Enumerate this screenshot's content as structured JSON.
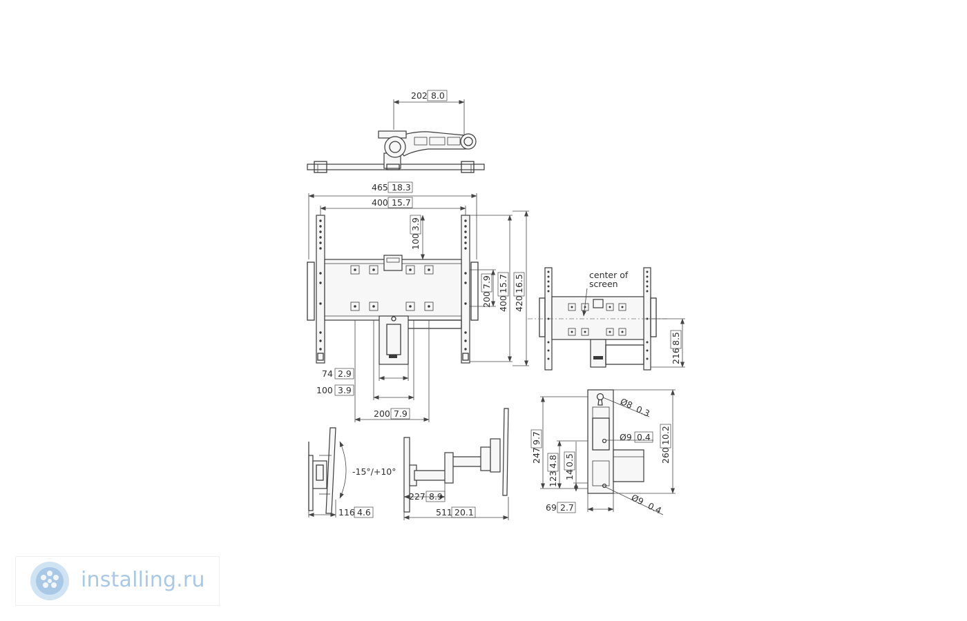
{
  "dimensions": {
    "top_arm_width": {
      "mm": "202",
      "in": "8.0"
    },
    "plate_outer_width": {
      "mm": "465",
      "in": "18.3"
    },
    "rail_spacing": {
      "mm": "400",
      "in": "15.7"
    },
    "upper_offset": {
      "mm": "100",
      "in": "3.9"
    },
    "hole_vertical_200": {
      "mm": "200",
      "in": "7.9"
    },
    "rail_height_400": {
      "mm": "400",
      "in": "15.7"
    },
    "rail_height_420": {
      "mm": "420",
      "in": "16.5"
    },
    "wall_plate_width": {
      "mm": "74",
      "in": "2.9"
    },
    "lower_offset_100": {
      "mm": "100",
      "in": "3.9"
    },
    "hole_horizontal_200": {
      "mm": "200",
      "in": "7.9"
    },
    "center_height": {
      "mm": "216",
      "in": "8.5"
    },
    "hole_diameter_8": {
      "mm": "Ø8",
      "in": "0.3"
    },
    "hole_diameter_9a": {
      "mm": "Ø9",
      "in": "0.4"
    },
    "hole_diameter_9b": {
      "mm": "Ø9",
      "in": "0.4"
    },
    "plate_height_247": {
      "mm": "247",
      "in": "9.7"
    },
    "plate_height_260": {
      "mm": "260",
      "in": "10.2"
    },
    "hole_offset_123": {
      "mm": "123",
      "in": "4.8"
    },
    "hole_offset_14": {
      "mm": "14",
      "in": "0.5"
    },
    "plate_depth_69": {
      "mm": "69",
      "in": "2.7"
    },
    "tilt_depth_116": {
      "mm": "116",
      "in": "4.6"
    },
    "arm_min_227": {
      "mm": "227",
      "in": "8.9"
    },
    "arm_max_511": {
      "mm": "511",
      "in": "20.1"
    }
  },
  "annotations": {
    "tilt_range": "-15°/+10°",
    "center_of_screen_line1": "center of",
    "center_of_screen_line2": "screen"
  },
  "watermark": {
    "text": "installing.ru",
    "color": "#a8c8e6",
    "icon": "flower-logo-icon"
  }
}
